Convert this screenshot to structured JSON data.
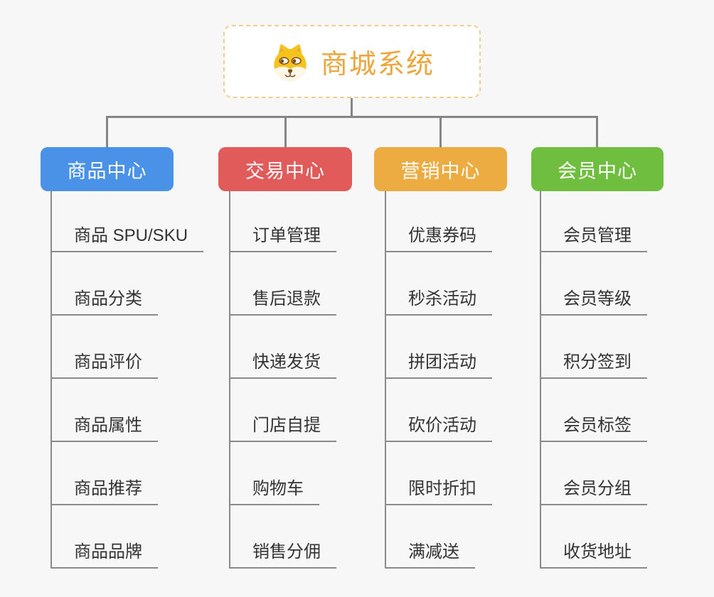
{
  "root": {
    "title": "商城系统",
    "icon": "dog-face-icon"
  },
  "colors": {
    "canvas_bg": "#F7F7F8",
    "root_border": "#F2CD8F",
    "root_title": "#ECA63C",
    "connector": "#858585",
    "item_text": "#333333"
  },
  "branches": [
    {
      "id": "product-center",
      "label": "商品中心",
      "color": "#4A91E8",
      "items": [
        "商品 SPU/SKU",
        "商品分类",
        "商品评价",
        "商品属性",
        "商品推荐",
        "商品品牌"
      ]
    },
    {
      "id": "trade-center",
      "label": "交易中心",
      "color": "#E15B5B",
      "items": [
        "订单管理",
        "售后退款",
        "快递发货",
        "门店自提",
        "购物车",
        "销售分佣"
      ]
    },
    {
      "id": "marketing-center",
      "label": "营销中心",
      "color": "#ECAC41",
      "items": [
        "优惠券码",
        "秒杀活动",
        "拼团活动",
        "砍价活动",
        "限时折扣",
        "满减送"
      ]
    },
    {
      "id": "member-center",
      "label": "会员中心",
      "color": "#70BE40",
      "items": [
        "会员管理",
        "会员等级",
        "积分签到",
        "会员标签",
        "会员分组",
        "收货地址"
      ]
    }
  ]
}
